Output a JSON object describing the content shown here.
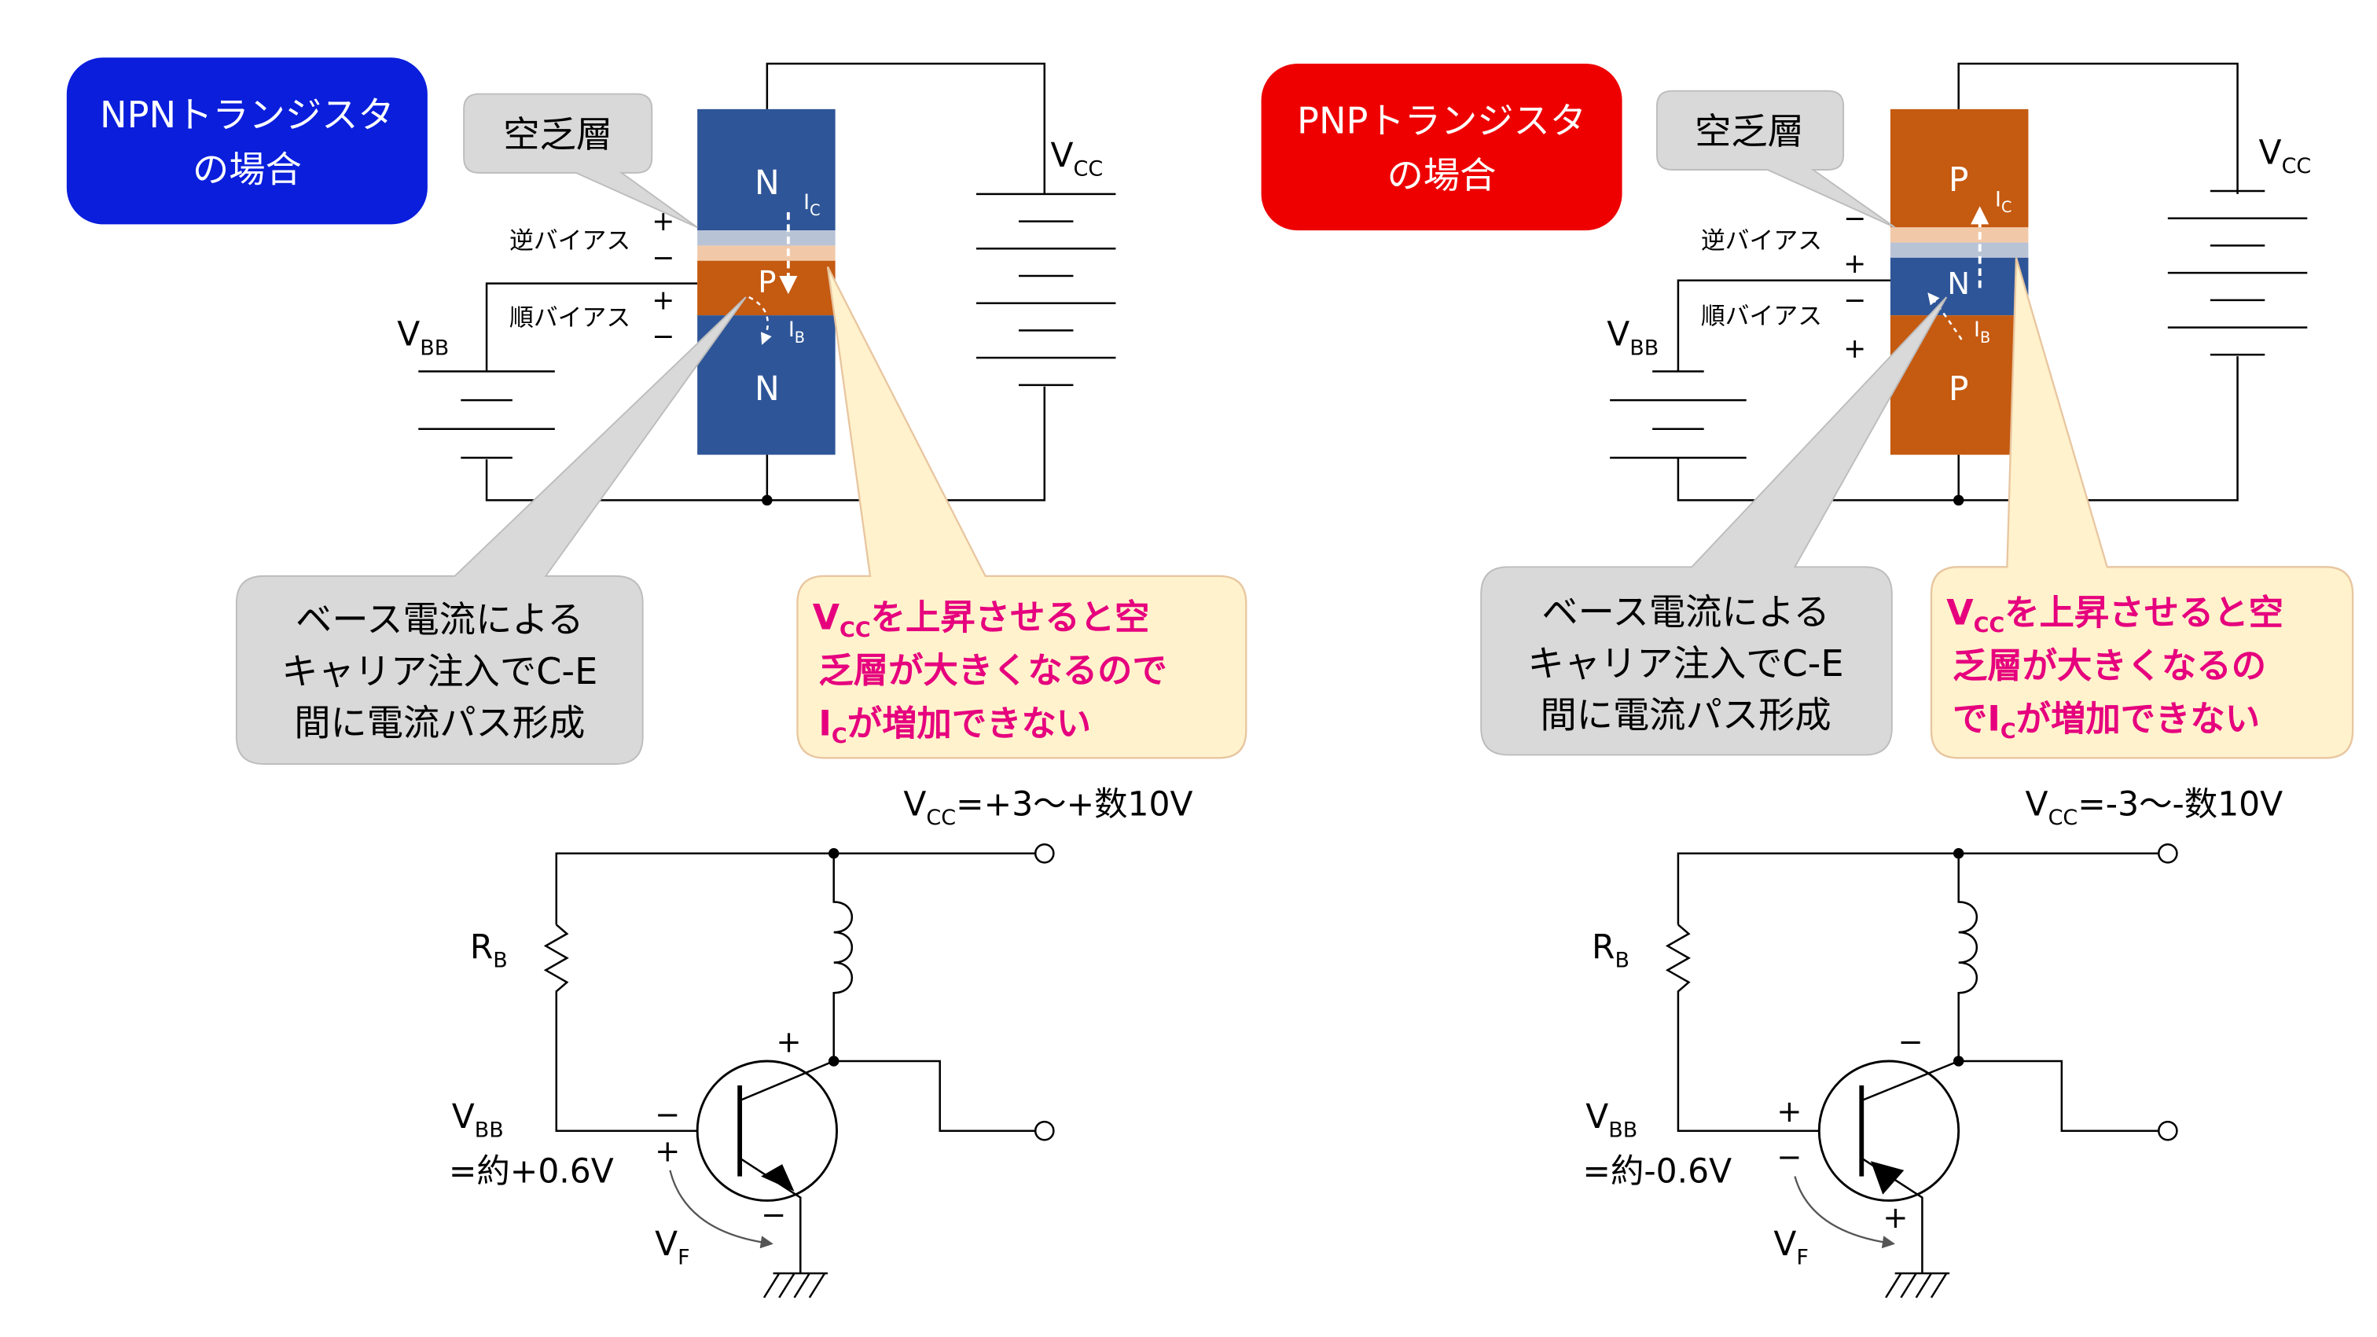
{
  "colors": {
    "npn_title_bg": "#0a1edc",
    "pnp_title_bg": "#ee0000",
    "n_region": "#2e5597",
    "p_region": "#c55a11",
    "depletion_light": "#b9c3d6",
    "depletion_orange": "#f2c9a8",
    "callout_gray": "#d9d9d9",
    "callout_yellow": "#fff2cc",
    "pink_text": "#e6007e"
  },
  "npn": {
    "title_line1": "NPNトランジスタ",
    "title_line2": "の場合",
    "depletion_label": "空乏層",
    "reverse_bias": "逆バイアス",
    "forward_bias": "順バイアス",
    "rb_plus": "+",
    "rb_minus": "−",
    "fb_plus": "+",
    "fb_minus": "−",
    "region_top": "N",
    "region_mid": "P",
    "region_bot": "N",
    "ic_main": "I",
    "ic_sub": "C",
    "ib_main": "I",
    "ib_sub": "B",
    "vcc_main": "V",
    "vcc_sub": "CC",
    "vbb_main": "V",
    "vbb_sub": "BB",
    "gray_callout": [
      "ベース電流による",
      "キャリア注入でC-E",
      "間に電流パス形成"
    ],
    "yellow_callout_l1_main": "V",
    "yellow_callout_l1_sub": "CC",
    "yellow_callout_l1_rest": "を上昇させると空",
    "yellow_callout_l2": "乏層が大きくなるので",
    "yellow_callout_l3_main": "I",
    "yellow_callout_l3_sub": "C",
    "yellow_callout_l3_rest": "が増加できない",
    "circuit": {
      "vcc_main": "V",
      "vcc_sub": "CC",
      "vcc_rest": "=+3〜+数10V",
      "rb_main": "R",
      "rb_sub": "B",
      "vbb_main": "V",
      "vbb_sub": "BB",
      "vbb_value": "=約+0.6V",
      "vf_main": "V",
      "vf_sub": "F",
      "sign_collector": "+",
      "sign_base_top": "−",
      "sign_base_bot": "+",
      "sign_emitter": "−"
    }
  },
  "pnp": {
    "title_line1": "PNPトランジスタ",
    "title_line2": "の場合",
    "depletion_label": "空乏層",
    "reverse_bias": "逆バイアス",
    "forward_bias": "順バイアス",
    "rb_minus": "−",
    "rb_plus": "+",
    "fb_minus": "−",
    "fb_plus": "+",
    "region_top": "P",
    "region_mid": "N",
    "region_bot": "P",
    "ic_main": "I",
    "ic_sub": "C",
    "ib_main": "I",
    "ib_sub": "B",
    "vcc_main": "V",
    "vcc_sub": "CC",
    "vbb_main": "V",
    "vbb_sub": "BB",
    "gray_callout": [
      "ベース電流による",
      "キャリア注入でC-E",
      "間に電流パス形成"
    ],
    "yellow_callout_l1_main": "V",
    "yellow_callout_l1_sub": "CC",
    "yellow_callout_l1_rest": "を上昇させると空",
    "yellow_callout_l2": "乏層が大きくなるの",
    "yellow_callout_l3_pre": "で",
    "yellow_callout_l3_main": "I",
    "yellow_callout_l3_sub": "C",
    "yellow_callout_l3_rest": "が増加できない",
    "circuit": {
      "vcc_main": "V",
      "vcc_sub": "CC",
      "vcc_rest": "=-3〜-数10V",
      "rb_main": "R",
      "rb_sub": "B",
      "vbb_main": "V",
      "vbb_sub": "BB",
      "vbb_value": "=約-0.6V",
      "vf_main": "V",
      "vf_sub": "F",
      "sign_collector": "−",
      "sign_base_top": "+",
      "sign_base_bot": "−",
      "sign_emitter": "+"
    }
  }
}
